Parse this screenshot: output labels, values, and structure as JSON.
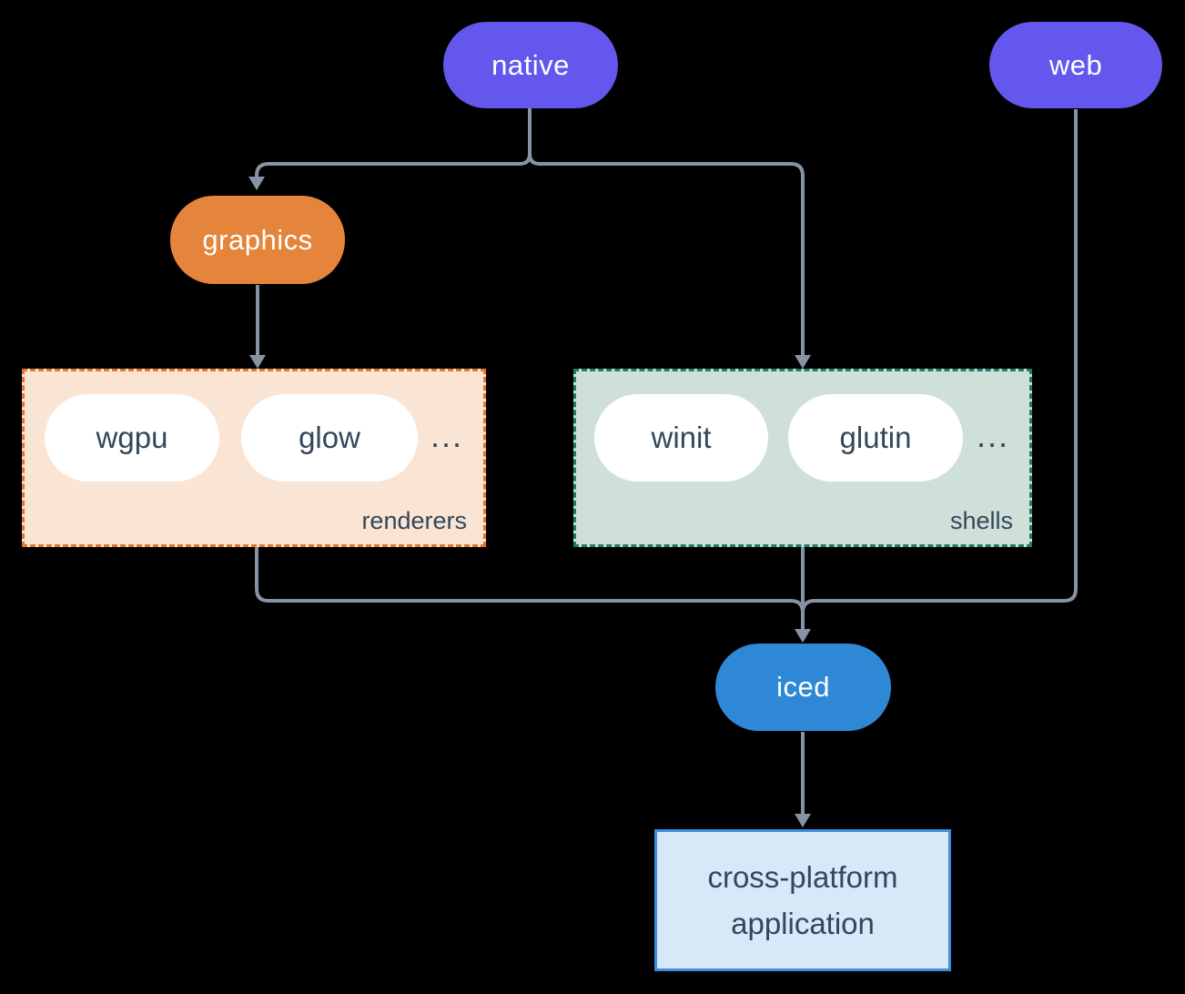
{
  "colors": {
    "background": "#000000",
    "line": "#8593a4",
    "platform": "#6457ee",
    "platform-text": "#ffffff",
    "graphics": "#e5853c",
    "iced": "#2e88d5",
    "renderers-fill": "#fae4d4",
    "renderers-border": "#e2762b",
    "shells-fill": "#cfe0d8",
    "shells-border": "#1f7a69",
    "chip-fill": "#ffffff",
    "chip-text": "#34465a",
    "app-fill": "#d7e9f8",
    "app-border": "#3b8edc",
    "app-text": "#34465a",
    "group-label": "#34465a"
  },
  "nodes": {
    "native": "native",
    "web": "web",
    "graphics": "graphics",
    "iced": "iced",
    "application": "cross-platform application"
  },
  "groups": {
    "renderers": {
      "label": "renderers",
      "chips": [
        "wgpu",
        "glow"
      ],
      "more": "..."
    },
    "shells": {
      "label": "shells",
      "chips": [
        "winit",
        "glutin"
      ],
      "more": "..."
    }
  }
}
